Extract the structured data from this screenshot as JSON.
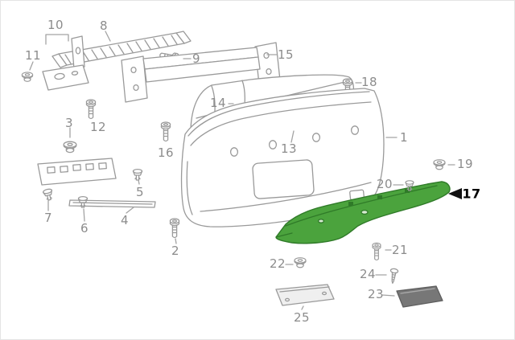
{
  "figure": {
    "colors": {
      "line": "#9a9a9a",
      "label": "#8c8c8c",
      "highlight_fill": "#4ba33d",
      "highlight_stroke": "#2f7a28",
      "callout_highlight": "#000000"
    },
    "highlighted_callout": "17",
    "callouts": [
      {
        "text": "1"
      },
      {
        "text": "2"
      },
      {
        "text": "3"
      },
      {
        "text": "4"
      },
      {
        "text": "5"
      },
      {
        "text": "6"
      },
      {
        "text": "7"
      },
      {
        "text": "8"
      },
      {
        "text": "9"
      },
      {
        "text": "10"
      },
      {
        "text": "11"
      },
      {
        "text": "12"
      },
      {
        "text": "13"
      },
      {
        "text": "14"
      },
      {
        "text": "15"
      },
      {
        "text": "16"
      },
      {
        "text": "17"
      },
      {
        "text": "18"
      },
      {
        "text": "19"
      },
      {
        "text": "20"
      },
      {
        "text": "21"
      },
      {
        "text": "22"
      },
      {
        "text": "23"
      },
      {
        "text": "24"
      },
      {
        "text": "25"
      }
    ]
  }
}
